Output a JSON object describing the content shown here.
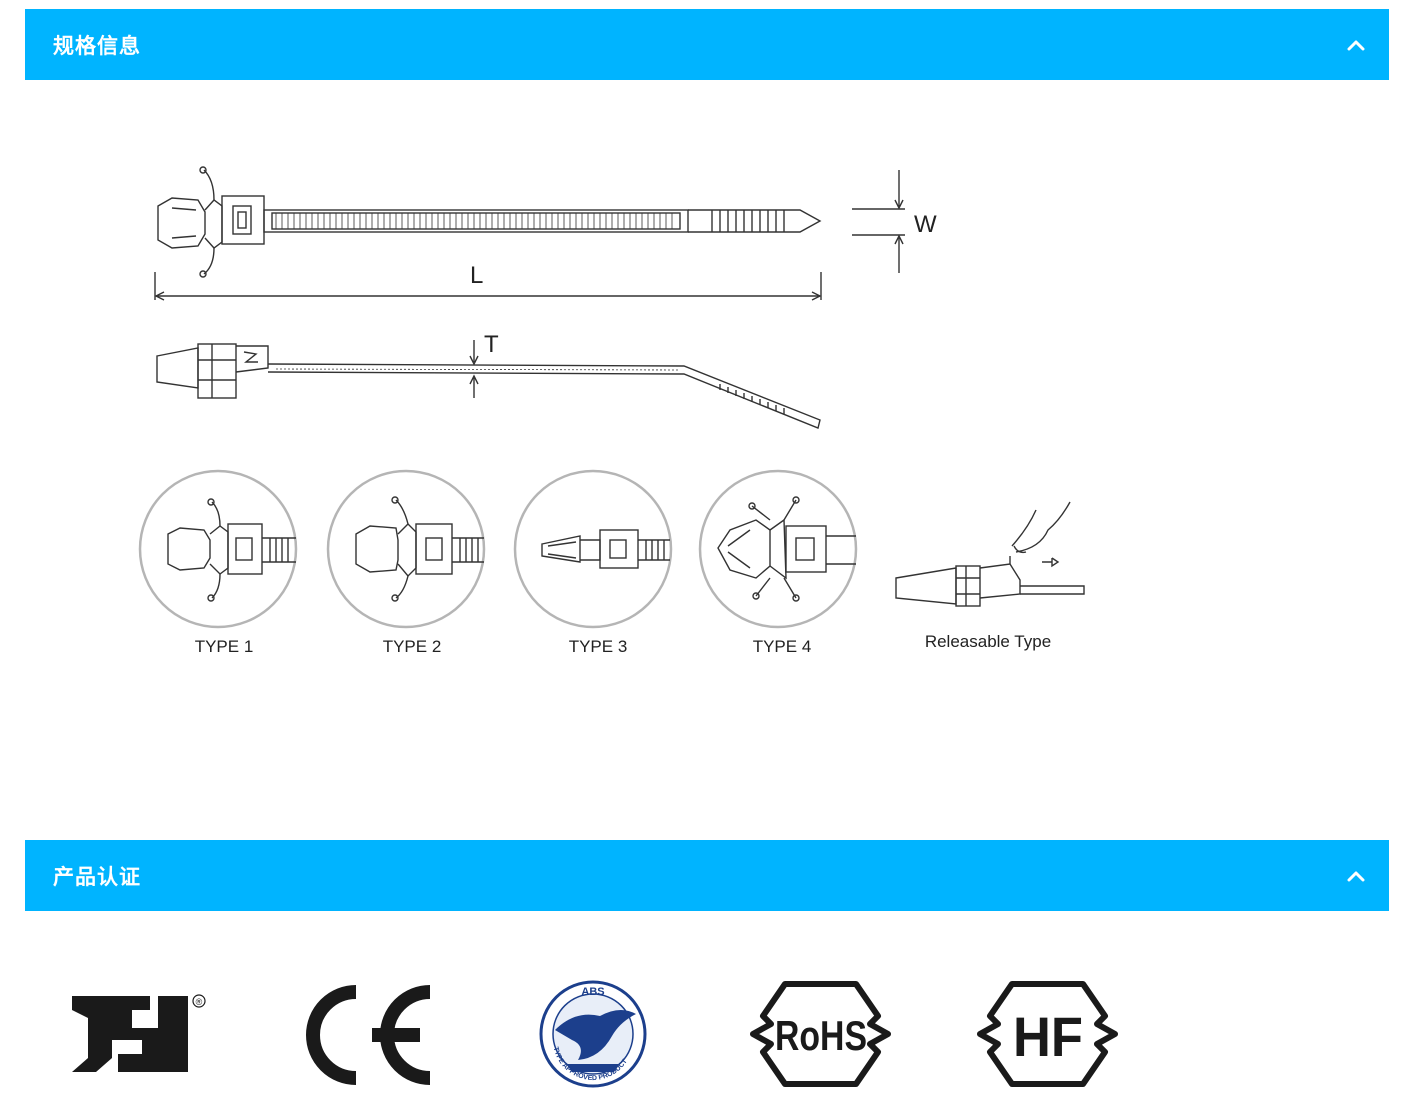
{
  "sections": {
    "spec": {
      "title": "规格信息",
      "toggle_icon": "chevron-up-icon"
    },
    "cert": {
      "title": "产品认证",
      "toggle_icon": "chevron-up-icon"
    }
  },
  "drawing": {
    "dim_w": "W",
    "dim_l": "L",
    "dim_t": "T",
    "types": [
      "TYPE 1",
      "TYPE 2",
      "TYPE 3",
      "TYPE 4"
    ],
    "releasable": "Releasable Type"
  },
  "certifications": {
    "ul": {
      "icon": "ul-recognized-logo",
      "reg": "®"
    },
    "ce": {
      "icon": "ce-mark-logo",
      "text": "CE"
    },
    "abs": {
      "icon": "abs-type-approved-logo",
      "top": "ABS",
      "ring": "TYPE APPROVED PRODUCT"
    },
    "rohs": {
      "icon": "rohs-logo",
      "text": "RoHS"
    },
    "hf": {
      "icon": "halogen-free-logo",
      "text": "HF"
    }
  },
  "colors": {
    "accent": "#00b4ff",
    "line": "#333333",
    "circle": "#b5b5b5"
  }
}
